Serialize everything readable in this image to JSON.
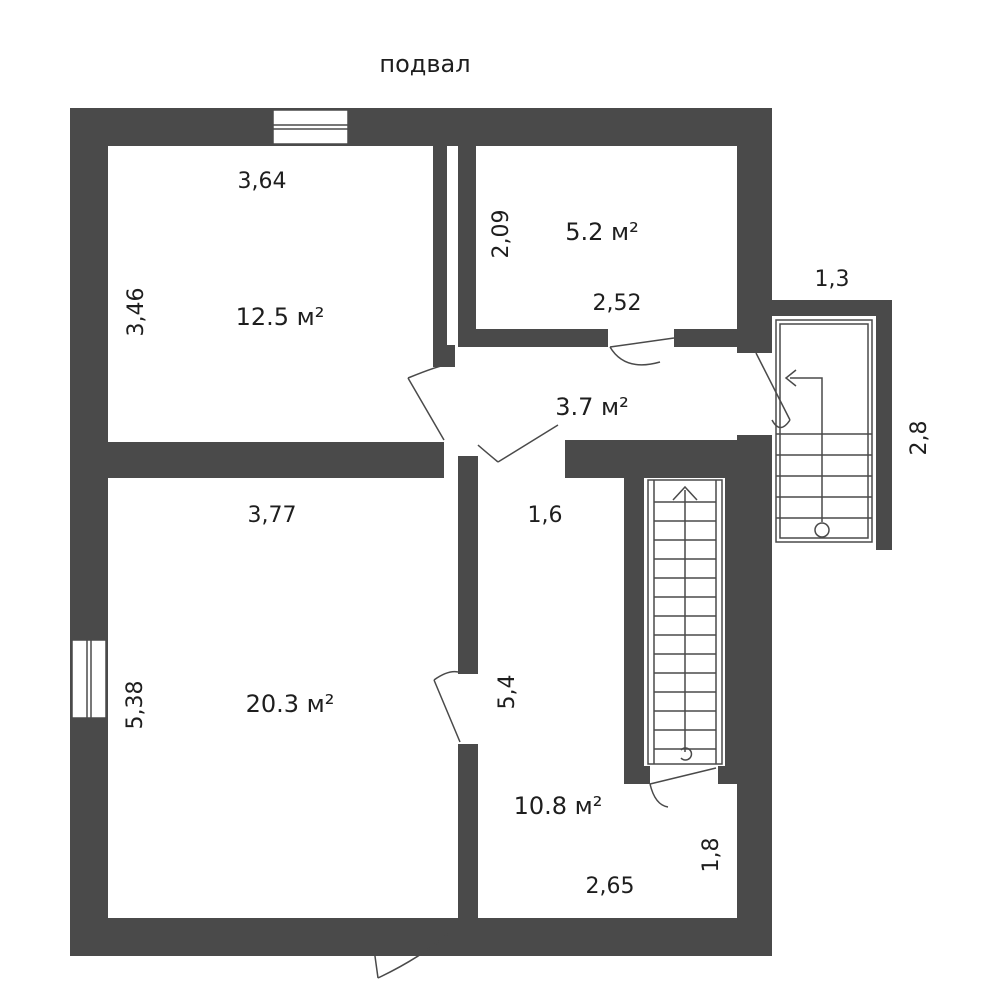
{
  "plan": {
    "title": "подвал",
    "rooms": [
      {
        "id": "room-1",
        "area": "12.5 м²",
        "width": "3,64",
        "height": "3,46"
      },
      {
        "id": "room-2",
        "area": "5.2 м²",
        "width": "2,52",
        "height": "2,09"
      },
      {
        "id": "hall",
        "area": "3.7 м²"
      },
      {
        "id": "room-3",
        "area": "20.3 м²",
        "width": "3,77",
        "height": "5,38"
      },
      {
        "id": "room-4",
        "area": "10.8 м²",
        "width": "2,65",
        "height": "1,8"
      }
    ],
    "corridor": {
      "width": "1,6",
      "length": "5,4"
    },
    "porch": {
      "width": "1,3",
      "length": "2,8"
    },
    "colors": {
      "wall": "#4a4a4a",
      "text": "#1e1e1e",
      "background": "#ffffff"
    }
  }
}
